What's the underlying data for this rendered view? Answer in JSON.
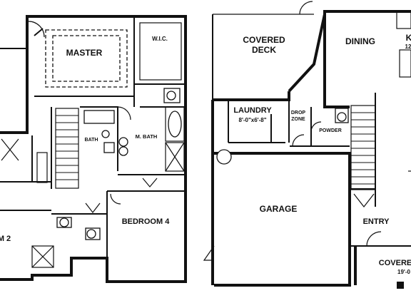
{
  "second_floor": {
    "master": "MASTER",
    "wic": "W.I.C.",
    "bath": "BATH",
    "m_bath": "M. BATH",
    "bedroom_4": "BEDROOM 4",
    "bedroom_2_partial": "M 2"
  },
  "first_floor": {
    "covered_deck_line1": "COVERED",
    "covered_deck_line2": "DECK",
    "dining": "DINING",
    "kitchen_partial": "K",
    "kitchen_dim_partial": "12",
    "laundry": "LAUNDRY",
    "laundry_dim": "8'-0\"x6'-8\"",
    "drop_zone_line1": "DROP",
    "drop_zone_line2": "ZONE",
    "powder": "POWDER",
    "garage": "GARAGE",
    "entry": "ENTRY",
    "covered_porch_partial": "COVERE",
    "covered_porch_dim_partial": "19'-0"
  }
}
